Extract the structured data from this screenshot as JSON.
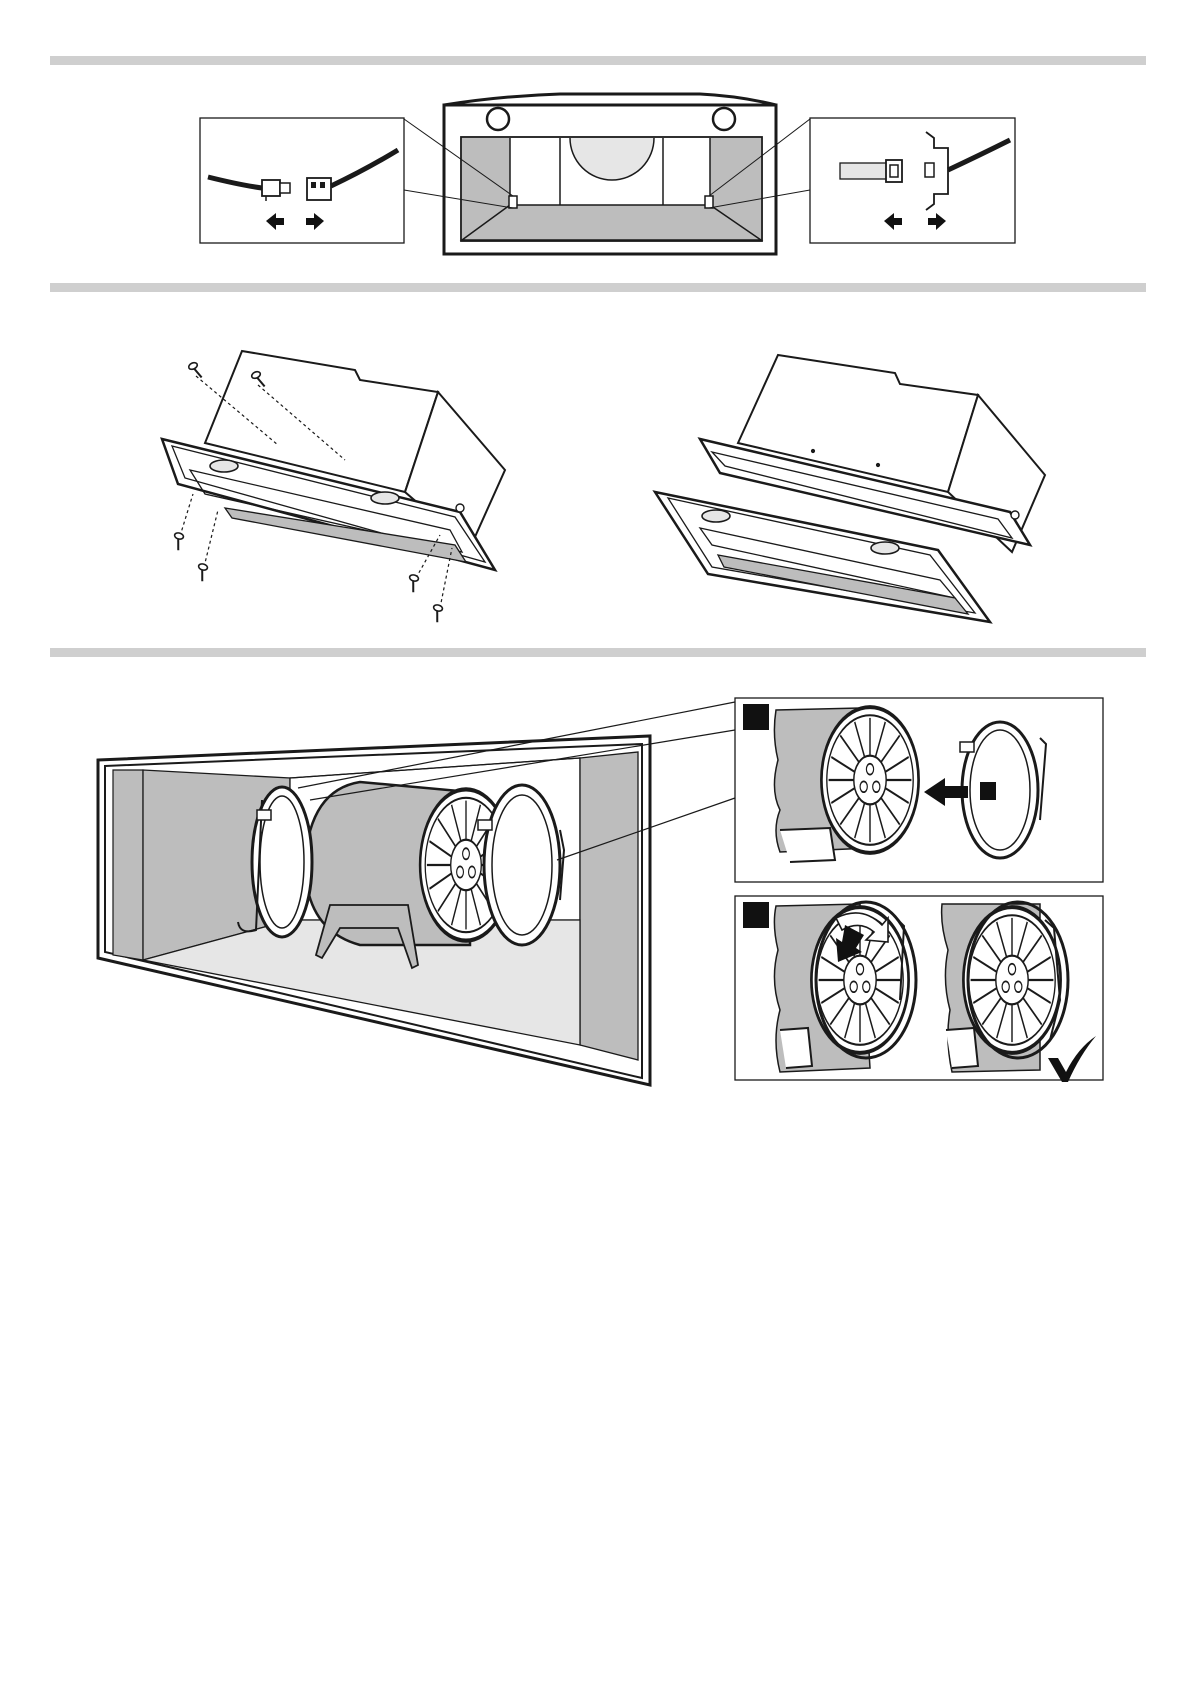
{
  "sections": [
    {
      "id": "connectors",
      "callouts": [
        "left-plug-connector",
        "right-clip-connector"
      ],
      "arrows": [
        "left",
        "right"
      ]
    },
    {
      "id": "frame-removal",
      "screws": 6
    },
    {
      "id": "fan-ring-fitting",
      "steps": [
        "",
        ""
      ],
      "confirm_mark": "✓"
    }
  ],
  "colors": {
    "line": "#1a1a1a",
    "fill_light": "#e6e6e6",
    "fill_mid": "#bdbdbd",
    "separator": "#cfcfcf",
    "badge": "#111111"
  }
}
